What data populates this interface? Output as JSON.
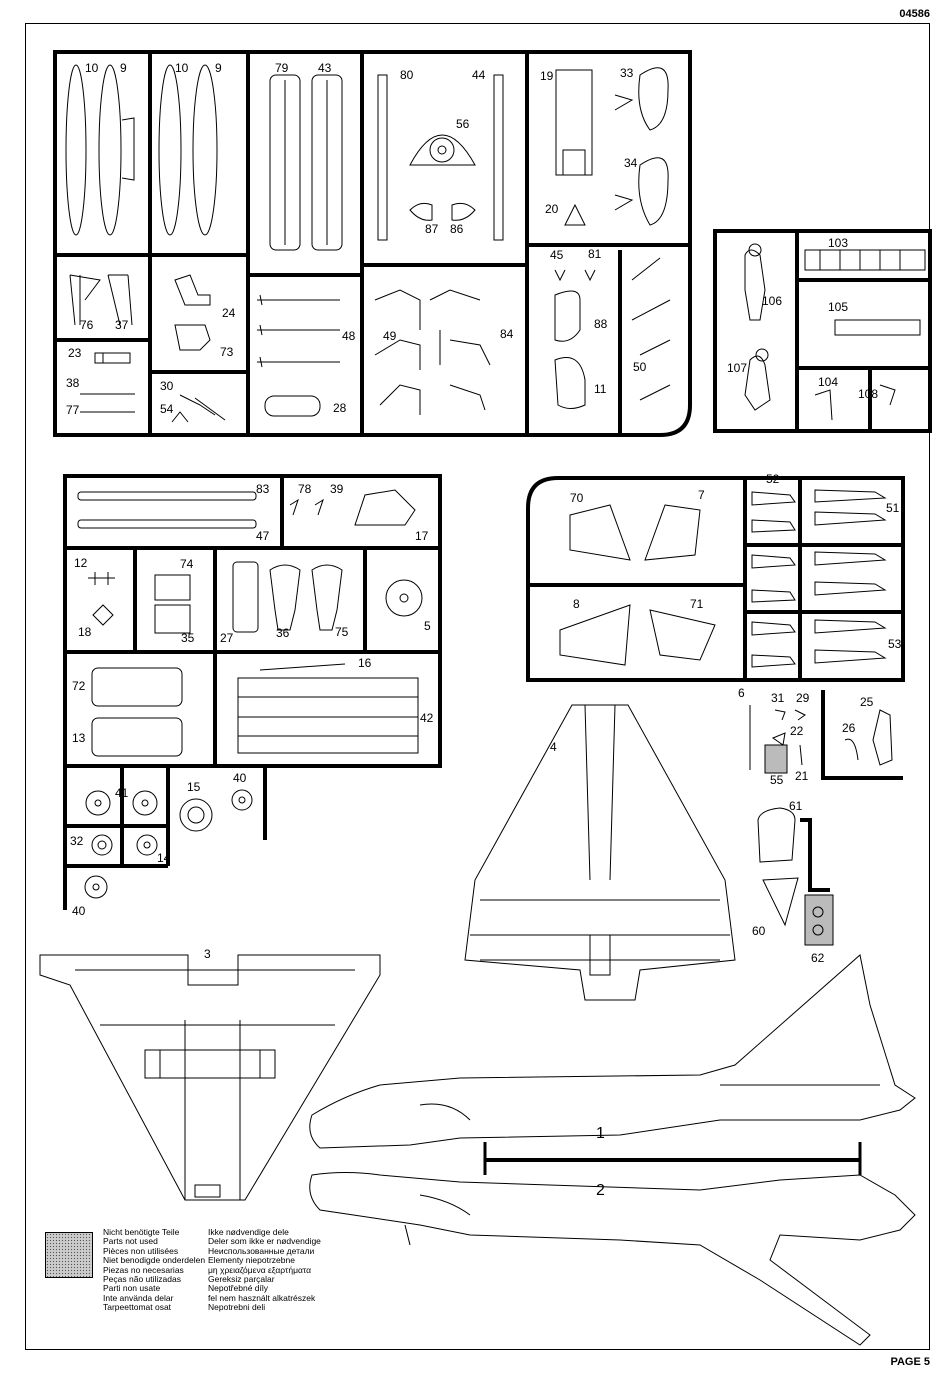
{
  "header": {
    "code": "04586",
    "page": "PAGE 5"
  },
  "parts": {
    "p1": "1",
    "p2": "2",
    "p3": "3",
    "p4": "4",
    "p5": "5",
    "p6": "6",
    "p7": "7",
    "p8": "8",
    "p9": "9",
    "p9b": "9",
    "p10": "10",
    "p10b": "10",
    "p11": "11",
    "p12": "12",
    "p13": "13",
    "p14": "14",
    "p15": "15",
    "p16": "16",
    "p17": "17",
    "p18": "18",
    "p19": "19",
    "p20": "20",
    "p21": "21",
    "p22": "22",
    "p23": "23",
    "p24": "24",
    "p25": "25",
    "p26": "26",
    "p27": "27",
    "p28": "28",
    "p29": "29",
    "p30": "30",
    "p31": "31",
    "p32": "32",
    "p33": "33",
    "p34": "34",
    "p35": "35",
    "p36": "36",
    "p37": "37",
    "p38": "38",
    "p39": "39",
    "p40": "40",
    "p40b": "40",
    "p41": "41",
    "p42": "42",
    "p43": "43",
    "p44": "44",
    "p45": "45",
    "p47": "47",
    "p48": "48",
    "p49": "49",
    "p50": "50",
    "p51": "51",
    "p52": "52",
    "p53": "53",
    "p54": "54",
    "p55": "55",
    "p56": "56",
    "p60": "60",
    "p61": "61",
    "p62": "62",
    "p70": "70",
    "p71": "71",
    "p72": "72",
    "p73": "73",
    "p74": "74",
    "p75": "75",
    "p76": "76",
    "p77": "77",
    "p78": "78",
    "p79": "79",
    "p80": "80",
    "p81": "81",
    "p83": "83",
    "p84": "84",
    "p86": "86",
    "p87": "87",
    "p88": "88",
    "p103": "103",
    "p104": "104",
    "p105": "105",
    "p106": "106",
    "p107": "107",
    "p108": "108"
  },
  "legend": {
    "left": [
      "Nicht benötigte Teile",
      "Parts not used",
      "Pièces non utilisées",
      "Niet benodigde onderdelen",
      "Piezas no necesarias",
      "Peças não utilizadas",
      "Parti non usate",
      "Inte använda delar",
      "Tarpeettomat osat"
    ],
    "right": [
      "Ikke nødvendige dele",
      "Deler som ikke er nødvendige",
      "Неиспользованные детали",
      "Elementy niepotrzebne",
      "μη χρειαζόμενα εξαρτήματα",
      "Gereksiz parçalar",
      "Nepotřebné díly",
      "fel nem használt alkatrészek",
      "Nepotrebni deli"
    ]
  }
}
